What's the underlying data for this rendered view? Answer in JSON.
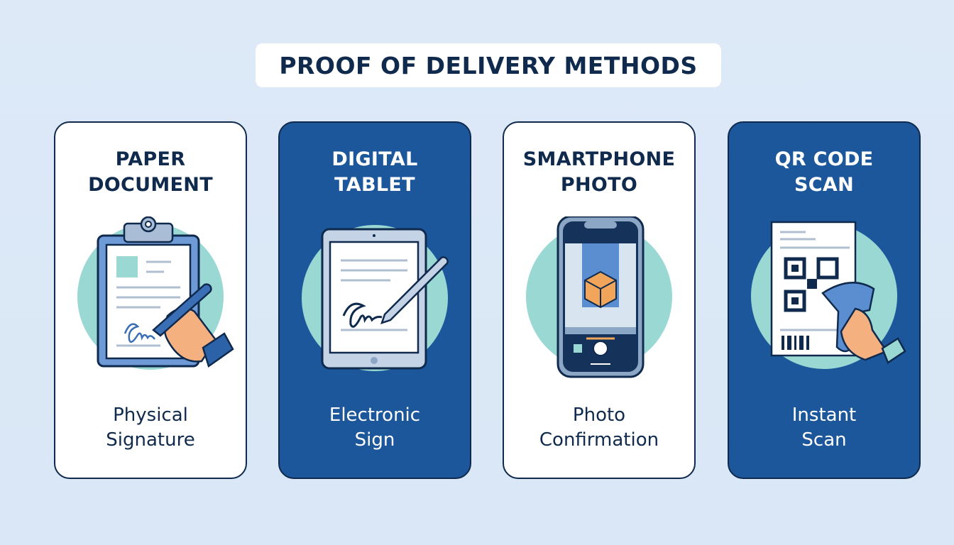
{
  "title": "PROOF OF DELIVERY METHODS",
  "colors": {
    "background": "#dbe8f6",
    "navy": "#0f2a4d",
    "card_dark": "#1d579b",
    "card_light": "#ffffff",
    "mint_circle": "#9ad8d4",
    "accent_blue": "#5b8ed0",
    "skin": "#f5b07f",
    "box_orange": "#f0a55a"
  },
  "cards": [
    {
      "title_line1": "PAPER",
      "title_line2": "DOCUMENT",
      "icon": "clipboard-signature-icon",
      "caption_line1": "Physical",
      "caption_line2": "Signature",
      "theme": "light"
    },
    {
      "title_line1": "DIGITAL",
      "title_line2": "TABLET",
      "icon": "tablet-stylus-icon",
      "caption_line1": "Electronic",
      "caption_line2": "Sign",
      "theme": "dark"
    },
    {
      "title_line1": "SMARTPHONE",
      "title_line2": "PHOTO",
      "icon": "smartphone-camera-package-icon",
      "caption_line1": "Photo",
      "caption_line2": "Confirmation",
      "theme": "light"
    },
    {
      "title_line1": "QR CODE",
      "title_line2": "SCAN",
      "icon": "qr-scanner-icon",
      "caption_line1": "Instant",
      "caption_line2": "Scan",
      "theme": "dark"
    }
  ]
}
